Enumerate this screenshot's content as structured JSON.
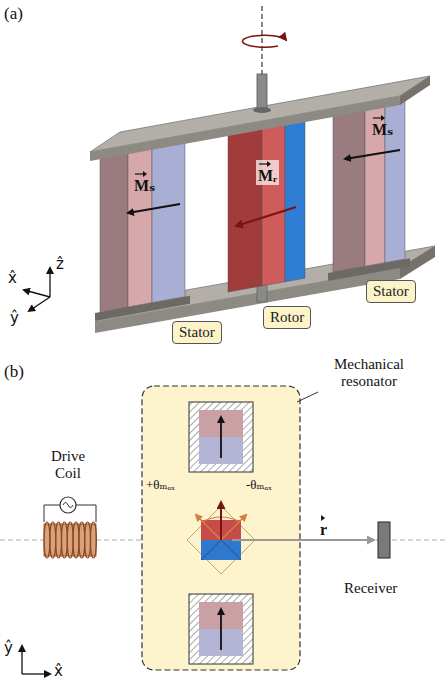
{
  "diagram": {
    "nodes": [
      {
        "text": [
          "Stator"
        ]
      },
      {
        "text": [
          "Rotor"
        ]
      },
      {
        "text": [
          "Stator"
        ]
      }
    ],
    "labels": [
      "(a)",
      "Mₛ",
      "Mᵣ",
      "Mₛ",
      "x̂",
      "ẑ",
      "ŷ",
      "(b)",
      "Drive Coil",
      "Mechanical resonator",
      "+θₘₐₓ",
      "-θₘₐₓ",
      "r",
      "Receiver",
      "ŷ",
      "x̂"
    ]
  }
}
